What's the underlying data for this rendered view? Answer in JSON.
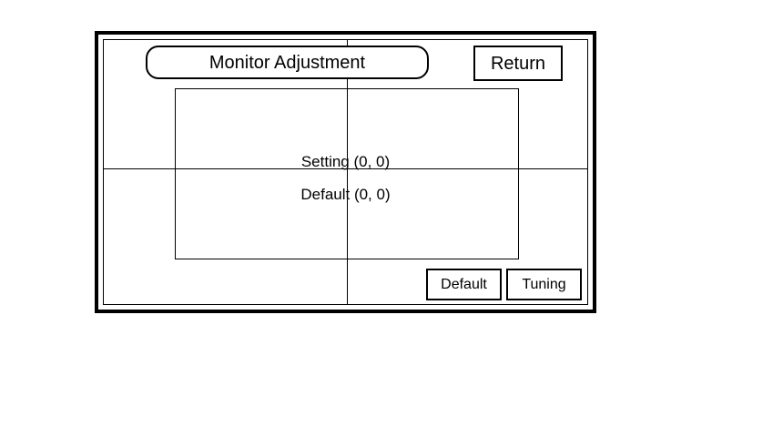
{
  "screen": {
    "title_label": "Monitor Adjustment",
    "return_label": "Return",
    "readouts": [
      {
        "name": "setting",
        "label": "Setting",
        "value": "(0, 0)",
        "text": "Setting (0, 0)"
      },
      {
        "name": "default",
        "label": "Default",
        "value": "(0, 0)",
        "text": "Default (0, 0)"
      }
    ],
    "buttons": [
      {
        "name": "default",
        "label": "Default"
      },
      {
        "name": "tuning",
        "label": "Tuning"
      }
    ]
  },
  "colors": {
    "line": "#000000",
    "background": "#ffffff"
  }
}
